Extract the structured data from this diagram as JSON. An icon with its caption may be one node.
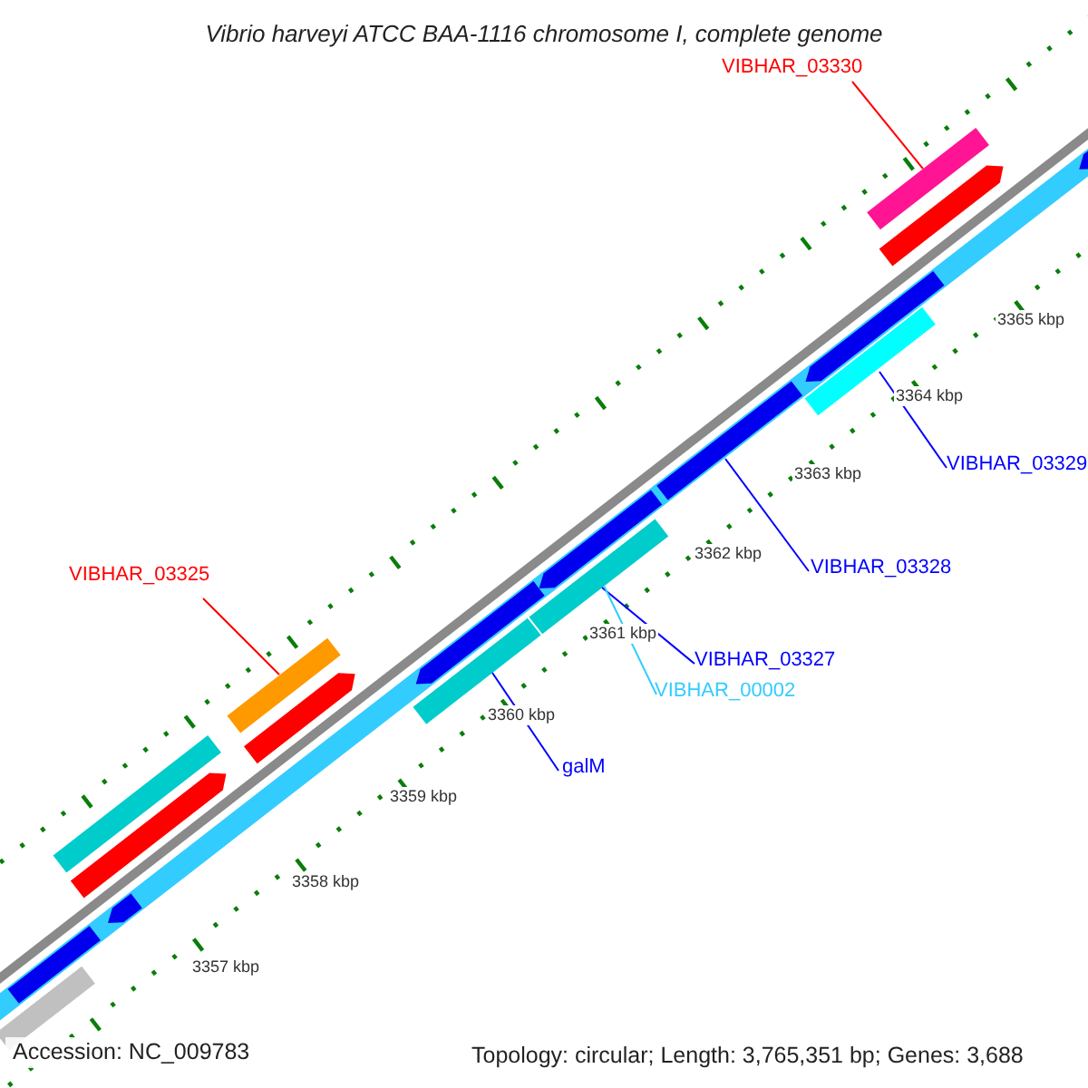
{
  "diagram": {
    "title": "Vibrio harveyi ATCC BAA-1116 chromosome I, complete genome",
    "nodes": [
      {
        "text": [
          "VIBHAR_03330"
        ]
      },
      {
        "text": [],
        "shape": "bar"
      },
      {
        "text": [
          "VIBHAR_03329"
        ]
      },
      {
        "text": [],
        "shape": "bar"
      },
      {
        "text": [
          "VIBHAR_03328"
        ]
      },
      {
        "text": [],
        "shape": "bar"
      },
      {
        "text": [
          "VIBHAR_03327"
        ]
      },
      {
        "text": [],
        "shape": "bar"
      },
      {
        "text": [
          "VIBHAR_00002"
        ]
      },
      {
        "text": [
          "galM"
        ]
      },
      {
        "text": [],
        "shape": "bar"
      },
      {
        "text": [
          "VIBHAR_03325"
        ]
      },
      {
        "text": [],
        "shape": "bar"
      },
      {
        "text": [],
        "shape": "bar"
      },
      {
        "text": [],
        "shape": "arrow"
      },
      {
        "text": [],
        "shape": "arrow"
      },
      {
        "text": [],
        "shape": "arrow"
      },
      {
        "text": [],
        "shape": "arrow"
      },
      {
        "text": [],
        "shape": "arrow"
      },
      {
        "text": [],
        "shape": "arrow"
      },
      {
        "text": [],
        "shape": "arrow"
      },
      {
        "text": [],
        "shape": "arrow"
      },
      {
        "text": [],
        "shape": "bar"
      },
      {
        "text": [],
        "shape": "bar"
      }
    ],
    "edges": [
      {
        "from": 0,
        "to": 1,
        "arrow": "none",
        "color": "#ff0000"
      },
      {
        "from": 2,
        "to": 3,
        "arrow": "none"
      },
      {
        "from": 4,
        "to": 5,
        "arrow": "none"
      },
      {
        "from": 6,
        "to": 7,
        "arrow": "none"
      },
      {
        "from": 8,
        "to": 7,
        "arrow": "none",
        "color": "#33ccff"
      },
      {
        "from": 9,
        "to": 10,
        "arrow": "none"
      },
      {
        "from": 11,
        "to": 12,
        "arrow": "none",
        "color": "#ff0000"
      }
    ],
    "labels": [
      "3365 kbp",
      "3364 kbp",
      "3363 kbp",
      "3362 kbp",
      "3361 kbp",
      "3360 kbp",
      "3359 kbp",
      "3358 kbp",
      "3357 kbp",
      "Accession: NC_009783",
      "Topology: circular; Length: 3,765,351 bp; Genes: 3,688"
    ]
  }
}
